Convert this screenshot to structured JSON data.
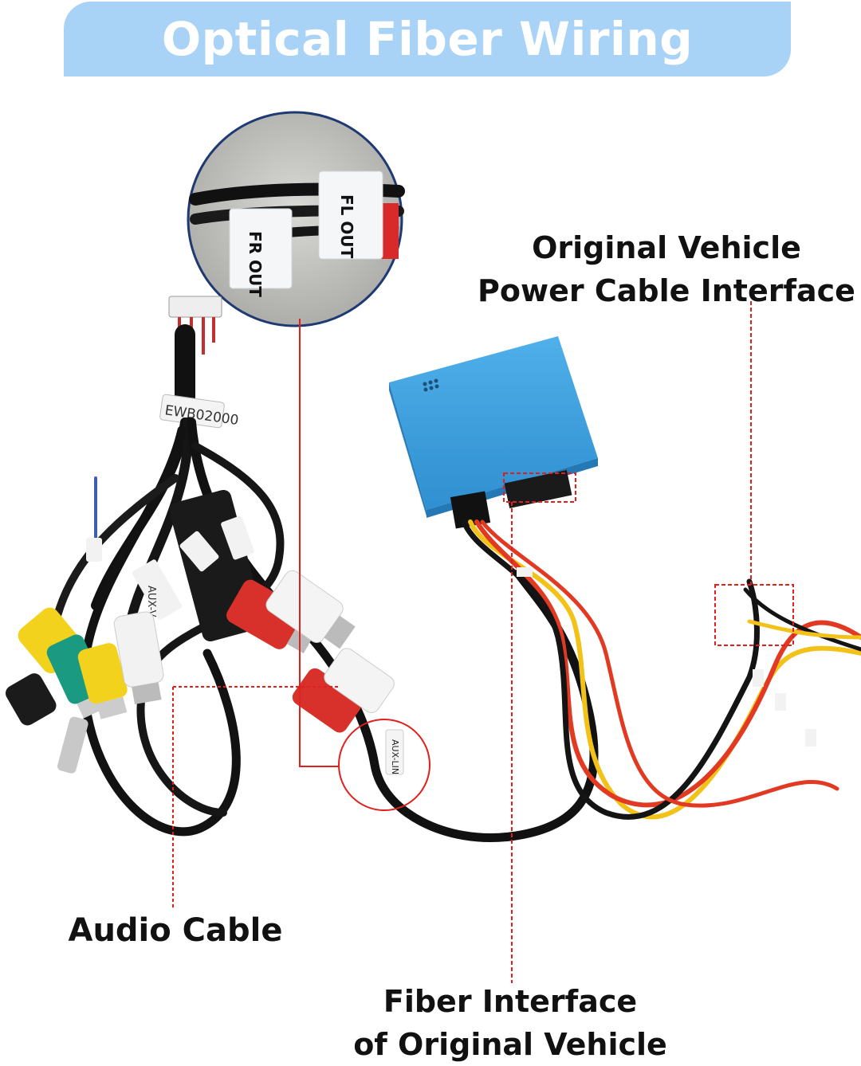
{
  "title": "Optical Fiber Wiring Diagram",
  "labels": {
    "power_line1": "Original Vehicle",
    "power_line2": "Power Cable Interface",
    "audio": "Audio Cable",
    "fiber_line1": "Fiber Interface",
    "fiber_line2": "of Original Vehicle"
  },
  "cable_tags": {
    "fr_out": "FR OUT",
    "fl_out": "FL OUT",
    "harness_code": "EWB02000",
    "aux_v": "AUX-V",
    "aux_lin": "AUX-LIN"
  },
  "colors": {
    "banner": "#a9d2f7",
    "box": "#3a9bd9",
    "callout_red": "#e0201c",
    "cable_black": "#141414",
    "cable_yellow": "#f2c218",
    "cable_red": "#e23a22"
  }
}
